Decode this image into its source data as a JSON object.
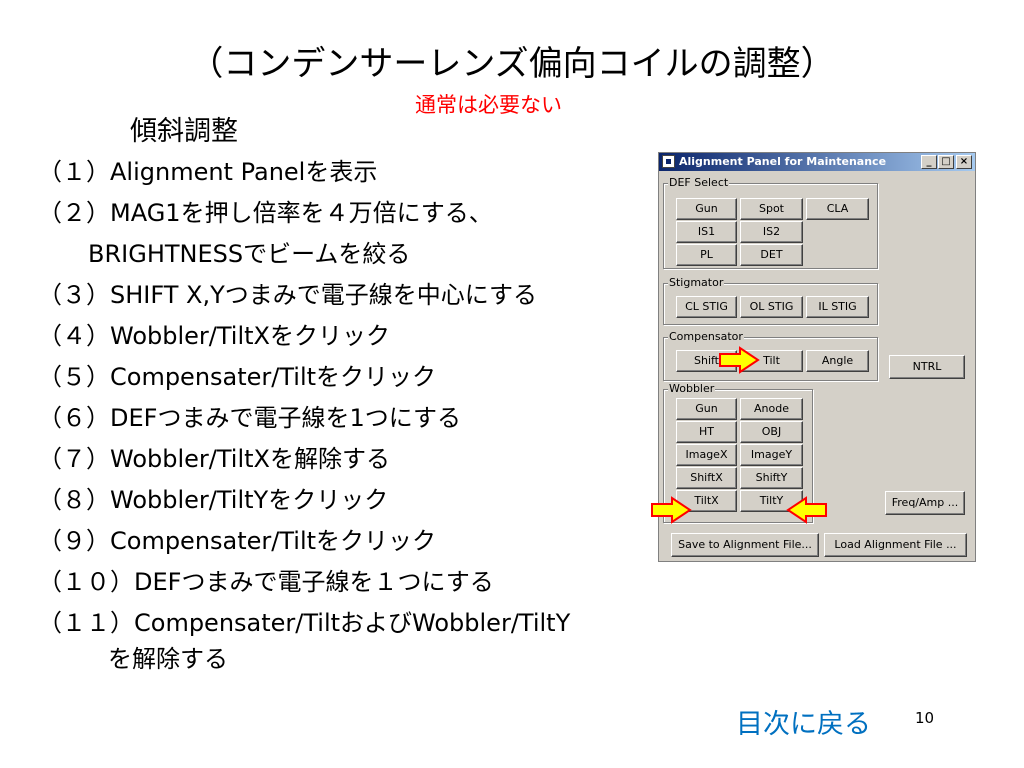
{
  "slide": {
    "title": "（コンデンサーレンズ偏向コイルの調整）",
    "subtitle": "通常は必要ない",
    "heading": "傾斜調整",
    "steps": [
      "（１）Alignment Panelを表示",
      "（２）MAG1を押し倍率を４万倍にする、",
      "BRIGHTNESSでビームを絞る",
      "（３）SHIFT X,Yつまみで電子線を中心にする",
      "（４）Wobbler/TiltXをクリック",
      "（５）Compensater/Tiltをクリック",
      "（６）DEFつまみで電子線を1つにする",
      "（７）Wobbler/TiltXを解除する",
      "（８）Wobbler/TiltYをクリック",
      "（９）Compensater/Tiltをクリック",
      "（１０）DEFつまみで電子線を１つにする",
      "（１１）Compensater/TiltおよびWobbler/TiltY",
      "を解除する"
    ],
    "toc_link": "目次に戻る",
    "page_number": "10"
  },
  "dialog": {
    "title": "Alignment Panel for Maintenance",
    "minimize": "_",
    "maximize": "□",
    "close": "×",
    "def_select": {
      "label": "DEF Select",
      "buttons": [
        "Gun",
        "Spot",
        "CLA",
        "IS1",
        "IS2",
        "PL",
        "DET"
      ]
    },
    "stigmator": {
      "label": "Stigmator",
      "buttons": [
        "CL STIG",
        "OL STIG",
        "IL STIG"
      ]
    },
    "compensator": {
      "label": "Compensator",
      "buttons": [
        "Shift",
        "Tilt",
        "Angle"
      ]
    },
    "ntrl": "NTRL",
    "wobbler": {
      "label": "Wobbler",
      "buttons": [
        "Gun",
        "Anode",
        "HT",
        "OBJ",
        "ImageX",
        "ImageY",
        "ShiftX",
        "ShiftY",
        "TiltX",
        "TiltY"
      ]
    },
    "freq_amp": "Freq/Amp ...",
    "save": "Save to Alignment File...",
    "load": "Load Alignment File ..."
  },
  "colors": {
    "subtitle": "#ff0000",
    "link": "#0070c0",
    "arrow_fill": "#ffff00",
    "arrow_stroke": "#ff0000"
  }
}
